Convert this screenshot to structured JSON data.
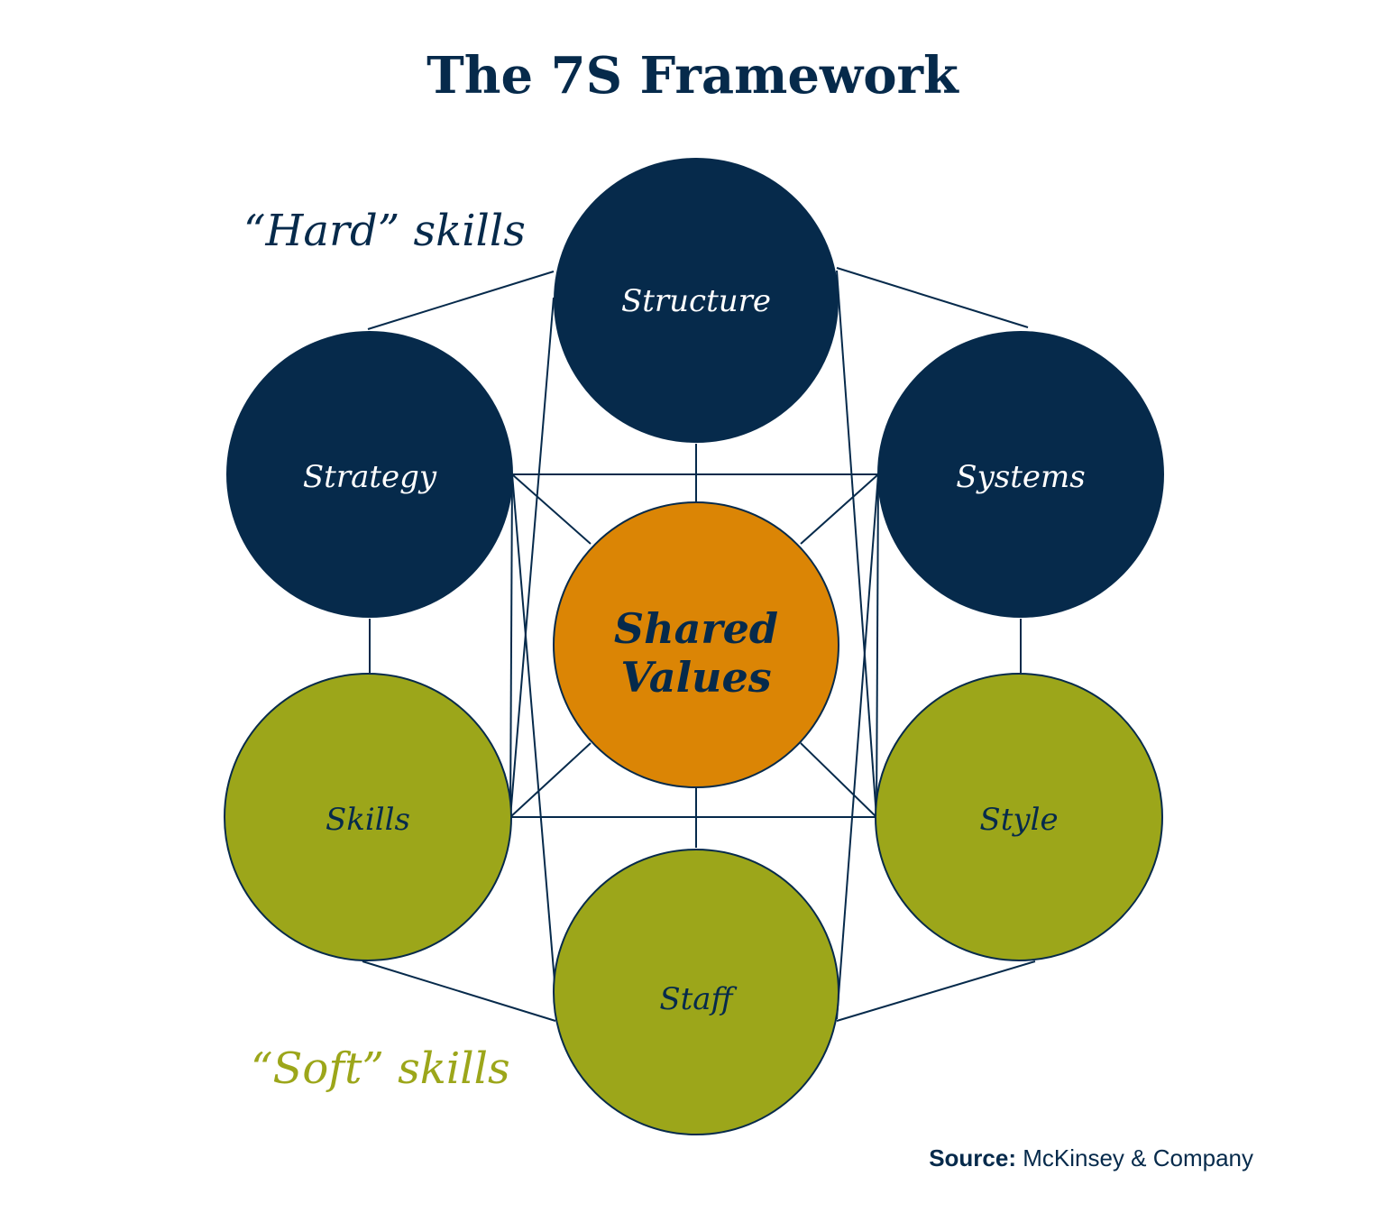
{
  "title": "The 7S Framework",
  "groups": {
    "hard": {
      "label": "“Hard” skills",
      "color": "#062a4b"
    },
    "soft": {
      "label": "“Soft” skills",
      "color": "#9ca61a"
    }
  },
  "center": {
    "line1": "Shared",
    "line2": "Values",
    "color": "#db8505"
  },
  "elements": {
    "structure": {
      "label": "Structure",
      "group": "hard"
    },
    "strategy": {
      "label": "Strategy",
      "group": "hard"
    },
    "systems": {
      "label": "Systems",
      "group": "hard"
    },
    "skills": {
      "label": "Skills",
      "group": "soft"
    },
    "style": {
      "label": "Style",
      "group": "soft"
    },
    "staff": {
      "label": "Staff",
      "group": "soft"
    }
  },
  "source": {
    "prefix": "Source:",
    "text": "McKinsey & Company"
  },
  "colors": {
    "dark_navy": "#062a4b",
    "olive": "#9ca61a",
    "orange": "#db8505",
    "white": "#ffffff"
  }
}
